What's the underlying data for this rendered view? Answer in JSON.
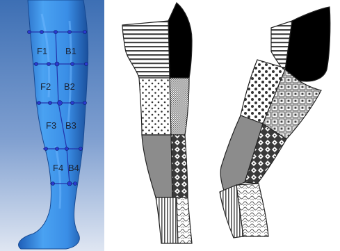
{
  "colors": {
    "scan_background_top": "#3d6fb4",
    "scan_background_bottom": "#dfe6f2",
    "scan_body": "#3a8ee6",
    "scan_body_dark": "#1f5fb8",
    "measure_lines": "#2233aa",
    "pattern_black": "#000000",
    "pattern_gray": "#8c8c8c",
    "pattern_outline": "#222222"
  },
  "scan": {
    "segment_labels": [
      "F1",
      "B1",
      "F2",
      "B2",
      "F3",
      "B3",
      "F4",
      "B4"
    ]
  },
  "pattern": {
    "side_view": {
      "segments": [
        {
          "name": "upper-front",
          "fill": "horizontal-stripes"
        },
        {
          "name": "upper-back",
          "fill": "solid-black"
        },
        {
          "name": "knee-front",
          "fill": "dots"
        },
        {
          "name": "knee-back",
          "fill": "fine-grid"
        },
        {
          "name": "calf-front",
          "fill": "solid-gray"
        },
        {
          "name": "calf-back",
          "fill": "diamonds"
        },
        {
          "name": "ankle-front",
          "fill": "vertical-stripes"
        },
        {
          "name": "ankle-back",
          "fill": "waves"
        }
      ]
    },
    "bent_view": {
      "segments": [
        {
          "name": "upper-front",
          "fill": "horizontal-stripes"
        },
        {
          "name": "upper-back",
          "fill": "solid-black"
        },
        {
          "name": "knee-front",
          "fill": "dots"
        },
        {
          "name": "knee-back",
          "fill": "concentric-squares"
        },
        {
          "name": "calf-front",
          "fill": "solid-gray"
        },
        {
          "name": "calf-back",
          "fill": "diamonds"
        },
        {
          "name": "ankle-front",
          "fill": "vertical-stripes"
        },
        {
          "name": "ankle-back",
          "fill": "waves"
        }
      ]
    }
  }
}
